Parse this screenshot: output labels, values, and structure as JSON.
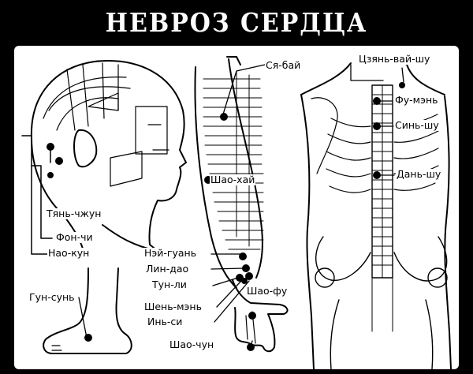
{
  "header": {
    "title": "НЕВРОЗ СЕРДЦА"
  },
  "points": {
    "tyan_chzhun": "Тянь-чжун",
    "fon_chi": "Фон-чи",
    "nao_kun": "Нао-кун",
    "gun_sun": "Гун-сунь",
    "sya_bai": "Ся-бай",
    "shao_hai": "Шао-хай",
    "nei_guan": "Нэй-гуань",
    "lin_dao": "Лин-дао",
    "tun_li": "Тун-ли",
    "shen_men": "Шень-мэнь",
    "in_si": "Инь-си",
    "shao_fu": "Шао-фу",
    "shao_chun": "Шао-чун",
    "tszyan_vai_shu": "Цзянь-вай-шу",
    "fu_men": "Фу-мэнь",
    "sin_shu": "Синь-шу",
    "dan_shu": "Дань-шу"
  },
  "colors": {
    "background": "#000000",
    "panel": "#ffffff",
    "ink": "#000000"
  }
}
